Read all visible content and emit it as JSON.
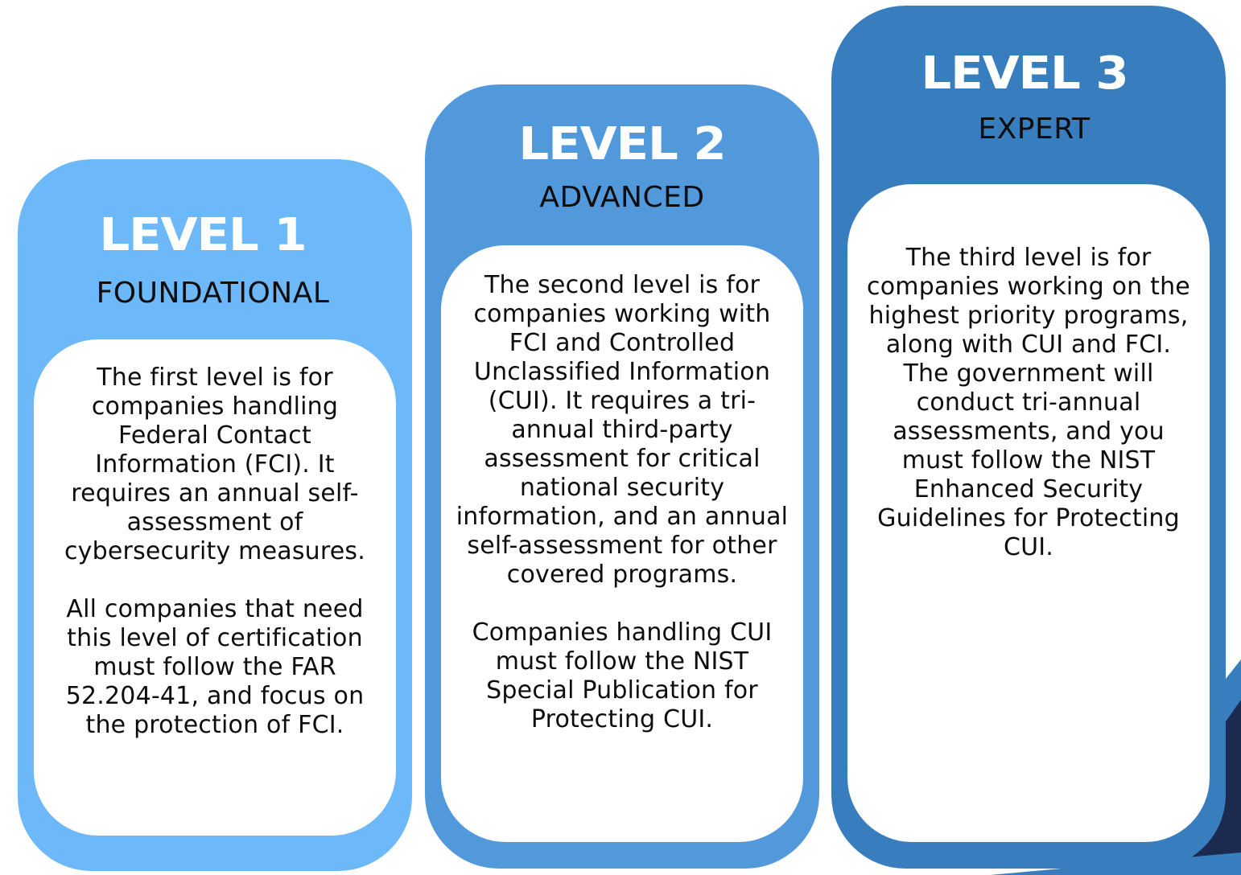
{
  "colors": {
    "level1_card": "#6cb8f9",
    "level2_card": "#5299dc",
    "level3_card": "#387ebf",
    "panel": "#ffffff",
    "title_text": "#ffffff",
    "body_text": "#0d0d0d",
    "corner_dark": "#1b2a4e"
  },
  "levels": [
    {
      "title": "LEVEL 1",
      "subtitle": "FOUNDATIONAL",
      "paragraphs": [
        "The first level is for companies handling Federal Contact Information (FCI). It requires an annual self-assessment of cybersecurity measures.",
        "All companies that need this level of certification must follow the FAR 52.204-41, and focus on the protection of FCI."
      ]
    },
    {
      "title": "LEVEL 2",
      "subtitle": "ADVANCED",
      "paragraphs": [
        "The second level is for companies working with FCI and Controlled Unclassified Information (CUI). It requires a tri-annual third-party assessment for critical national security information, and an annual self-assessment for other covered programs.",
        "Companies handling CUI must follow the NIST Special Publication for Protecting CUI."
      ]
    },
    {
      "title": "LEVEL 3",
      "subtitle": "EXPERT",
      "paragraphs": [
        "The third level is for companies working on the highest priority programs, along with CUI and FCI. The government will conduct tri-annual assessments, and you must follow the NIST Enhanced Security Guidelines for Protecting CUI."
      ]
    }
  ]
}
